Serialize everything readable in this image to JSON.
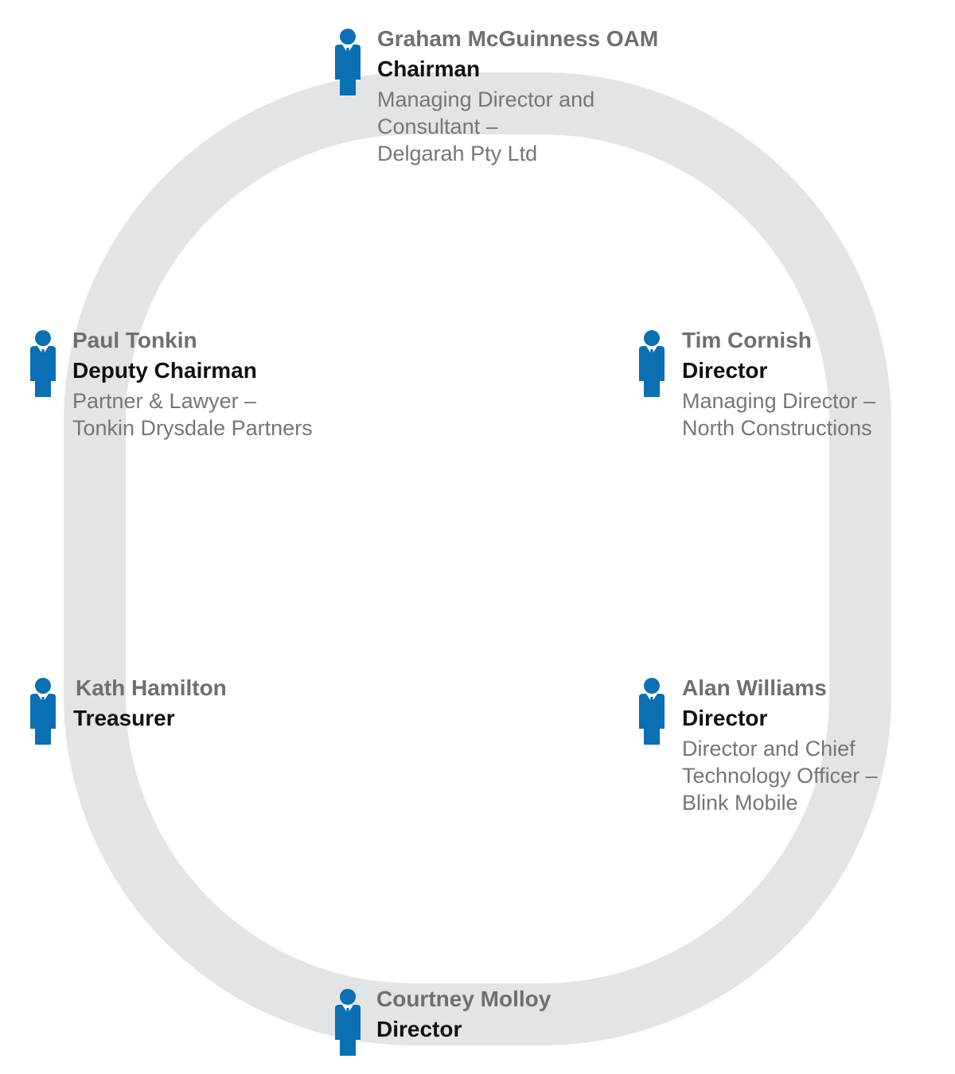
{
  "colors": {
    "icon": "#0b6fb4",
    "ring": "#e3e4e6",
    "name": "#6f6f6f",
    "role": "#111111",
    "description": "#767676"
  },
  "members": {
    "chairman": {
      "name": "Graham McGuinness  OAM",
      "role": "Chairman",
      "description": [
        "Managing Director and",
        "Consultant –",
        "Delgarah Pty Ltd"
      ]
    },
    "deputy_chairman": {
      "name": "Paul Tonkin",
      "role": "Deputy Chairman",
      "description": [
        "Partner & Lawyer  –",
        "Tonkin Drysdale Partners"
      ]
    },
    "director_tim": {
      "name": "Tim Cornish",
      "role": "Director",
      "description": [
        "Managing Director –",
        "North Constructions"
      ]
    },
    "treasurer": {
      "name": "Kath Hamilton",
      "role": "Treasurer"
    },
    "director_alan": {
      "name": "Alan Williams",
      "role": "Director",
      "description": [
        "Director and Chief",
        "Technology Officer –",
        "Blink Mobile"
      ]
    },
    "director_courtney": {
      "name": "Courtney Molloy",
      "role": "Director"
    }
  }
}
